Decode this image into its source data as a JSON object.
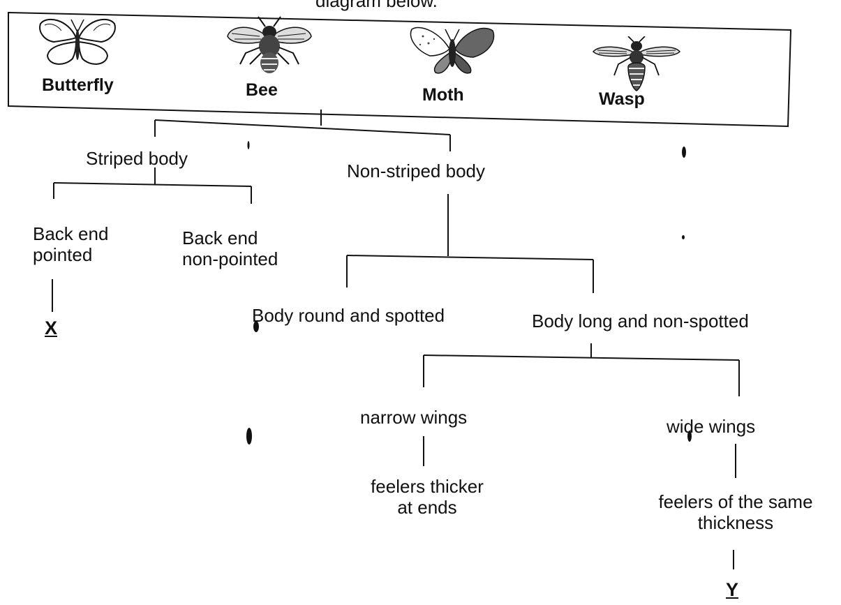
{
  "header_cut_text": "diagram below.",
  "insects": [
    {
      "name": "Butterfly",
      "icon": "butterfly-icon"
    },
    {
      "name": "Bee",
      "icon": "bee-icon"
    },
    {
      "name": "Moth",
      "icon": "moth-icon"
    },
    {
      "name": "Wasp",
      "icon": "wasp-icon"
    }
  ],
  "key": {
    "level1": {
      "left": "Striped body",
      "right": "Non-striped body"
    },
    "striped": {
      "left_line1": "Back end",
      "left_line2": "pointed",
      "right_line1": "Back end",
      "right_line2": "non-pointed",
      "result": "X"
    },
    "non_striped": {
      "left": "Body round and spotted",
      "right": "Body long and non-spotted"
    },
    "long_body": {
      "left": "narrow wings",
      "right": "wide wings",
      "left_feelers_line1": "feelers thicker",
      "left_feelers_line2": "at ends",
      "right_feelers_line1": "feelers of the same",
      "right_feelers_line2": "thickness",
      "result": "Y"
    }
  },
  "colors": {
    "ink": "#111111",
    "background": "#ffffff"
  }
}
